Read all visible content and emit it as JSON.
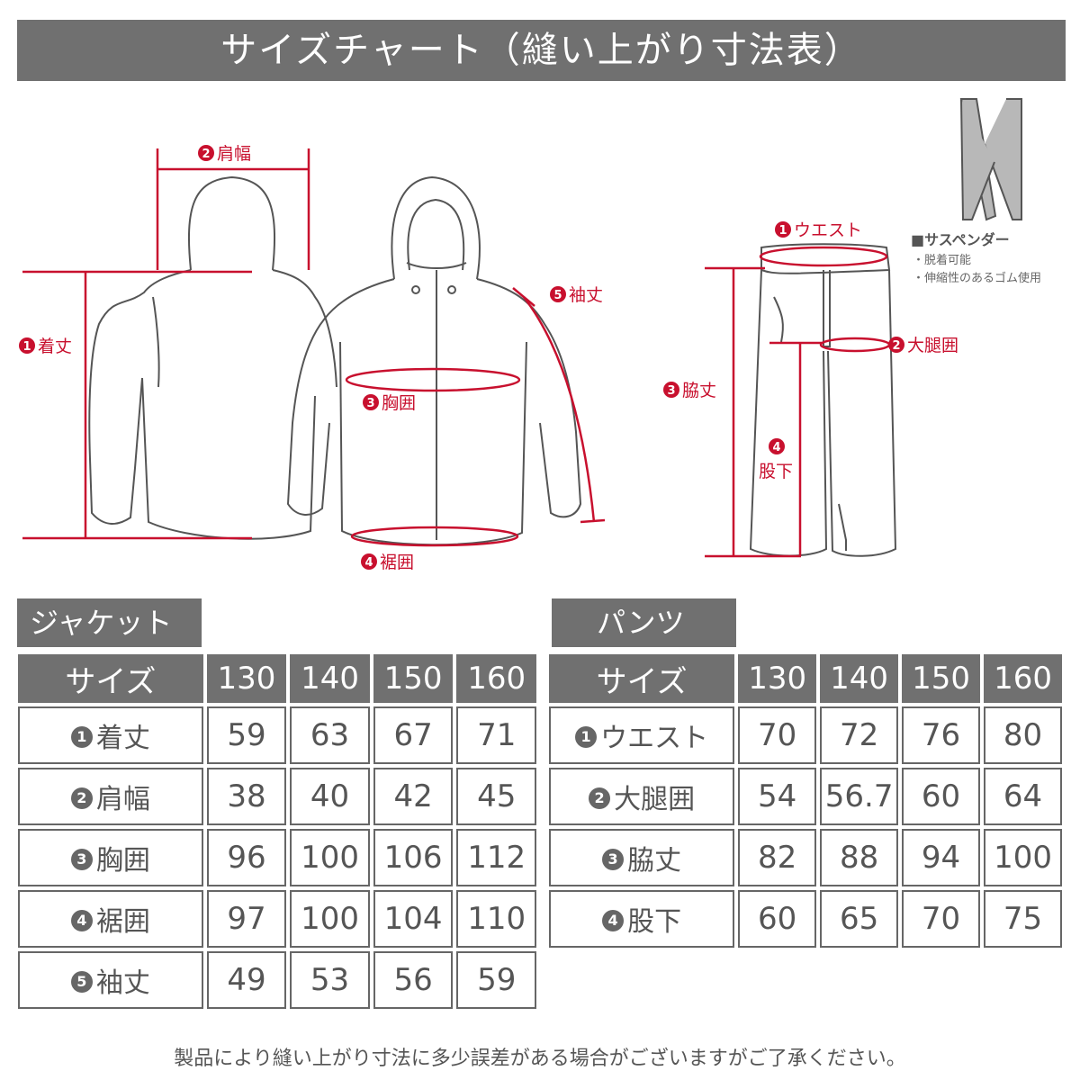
{
  "title": "サイズチャート（縫い上がり寸法表）",
  "illustration": {
    "jacket_labels": {
      "shoulder": {
        "num": "2",
        "text": "肩幅"
      },
      "length": {
        "num": "1",
        "text": "着丈"
      },
      "sleeve": {
        "num": "5",
        "text": "袖丈"
      },
      "chest": {
        "num": "3",
        "text": "胸囲"
      },
      "hem": {
        "num": "4",
        "text": "裾囲"
      }
    },
    "pants_labels": {
      "waist": {
        "num": "1",
        "text": "ウエスト"
      },
      "thigh": {
        "num": "2",
        "text": "大腿囲"
      },
      "side": {
        "num": "3",
        "text": "脇丈"
      },
      "inseam_num": "4",
      "inseam_text": "股下"
    },
    "suspender": {
      "title": "■サスペンダー",
      "notes": [
        "・脱着可能",
        "・伸縮性のあるゴム使用"
      ]
    },
    "accent_color": "#c8102e"
  },
  "jacket": {
    "tag": "ジャケット",
    "size_header": "サイズ",
    "sizes": [
      "130",
      "140",
      "150",
      "160"
    ],
    "rows": [
      {
        "num": "1",
        "label": "着丈",
        "values": [
          "59",
          "63",
          "67",
          "71"
        ]
      },
      {
        "num": "2",
        "label": "肩幅",
        "values": [
          "38",
          "40",
          "42",
          "45"
        ]
      },
      {
        "num": "3",
        "label": "胸囲",
        "values": [
          "96",
          "100",
          "106",
          "112"
        ]
      },
      {
        "num": "4",
        "label": "裾囲",
        "values": [
          "97",
          "100",
          "104",
          "110"
        ]
      },
      {
        "num": "5",
        "label": "袖丈",
        "values": [
          "49",
          "53",
          "56",
          "59"
        ]
      }
    ]
  },
  "pants": {
    "tag": "パンツ",
    "size_header": "サイズ",
    "sizes": [
      "130",
      "140",
      "150",
      "160"
    ],
    "rows": [
      {
        "num": "1",
        "label": "ウエスト",
        "values": [
          "70",
          "72",
          "76",
          "80"
        ]
      },
      {
        "num": "2",
        "label": "大腿囲",
        "values": [
          "54",
          "56.7",
          "60",
          "64"
        ]
      },
      {
        "num": "3",
        "label": "脇丈",
        "values": [
          "82",
          "88",
          "94",
          "100"
        ]
      },
      {
        "num": "4",
        "label": "股下",
        "values": [
          "60",
          "65",
          "70",
          "75"
        ]
      }
    ]
  },
  "footnote": "製品により縫い上がり寸法に多少誤差がある場合がございますがご了承ください。"
}
